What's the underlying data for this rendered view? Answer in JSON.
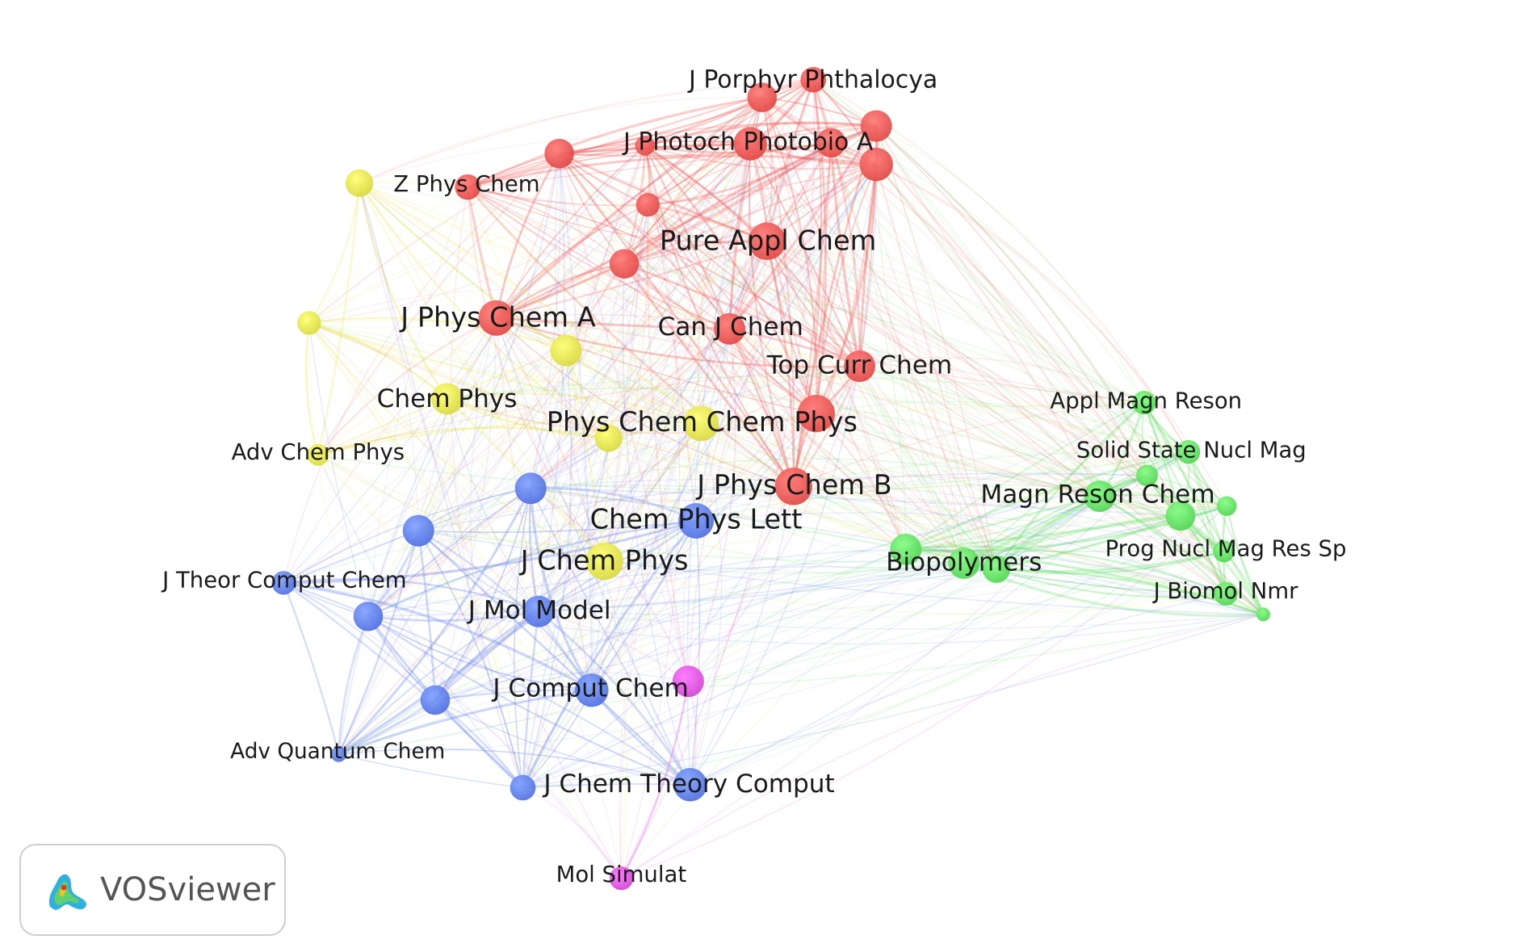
{
  "colors": {
    "red": "#ef5350",
    "yellow": "#e6e64a",
    "blue": "#5b7bee",
    "green": "#5ee05e",
    "magenta": "#e04ee0",
    "label": "#1a1a1a"
  },
  "logo": {
    "text": "VOSviewer",
    "icon": "vosviewer-logo-icon"
  },
  "nodes": [
    {
      "id": "J Porphyr Phthalocya",
      "label": "J Porphyr Phthalocya",
      "cluster": "red"
    },
    {
      "id": "J Photoch Photobio A",
      "label": "J Photoch Photobio A",
      "cluster": "red"
    },
    {
      "id": "Z Phys Chem",
      "label": "Z Phys Chem",
      "cluster": "red"
    },
    {
      "id": "Pure Appl Chem",
      "label": "Pure Appl Chem",
      "cluster": "red"
    },
    {
      "id": "J Phys Chem A",
      "label": "J Phys Chem A",
      "cluster": "red"
    },
    {
      "id": "Can J Chem",
      "label": "Can J Chem",
      "cluster": "red"
    },
    {
      "id": "Top Curr Chem",
      "label": "Top Curr Chem",
      "cluster": "red"
    },
    {
      "id": "J Phys Chem B",
      "label": "J Phys Chem B",
      "cluster": "red"
    },
    {
      "id": "red-a",
      "label": "",
      "cluster": "red"
    },
    {
      "id": "red-b",
      "label": "",
      "cluster": "red"
    },
    {
      "id": "red-c",
      "label": "",
      "cluster": "red"
    },
    {
      "id": "red-d",
      "label": "",
      "cluster": "red"
    },
    {
      "id": "red-e",
      "label": "",
      "cluster": "red"
    },
    {
      "id": "red-f",
      "label": "",
      "cluster": "red"
    },
    {
      "id": "red-g",
      "label": "",
      "cluster": "red"
    },
    {
      "id": "red-h",
      "label": "",
      "cluster": "red"
    },
    {
      "id": "red-i",
      "label": "",
      "cluster": "red"
    },
    {
      "id": "Chem Phys",
      "label": "Chem Phys",
      "cluster": "yellow"
    },
    {
      "id": "Phys Chem Chem Phys",
      "label": "Phys Chem Chem Phys",
      "cluster": "yellow"
    },
    {
      "id": "Adv Chem Phys",
      "label": "Adv Chem Phys",
      "cluster": "yellow"
    },
    {
      "id": "J Chem Phys",
      "label": "J Chem Phys",
      "cluster": "yellow"
    },
    {
      "id": "yel-a",
      "label": "",
      "cluster": "yellow"
    },
    {
      "id": "yel-b",
      "label": "",
      "cluster": "yellow"
    },
    {
      "id": "yel-c",
      "label": "",
      "cluster": "yellow"
    },
    {
      "id": "yel-d",
      "label": "",
      "cluster": "yellow"
    },
    {
      "id": "Chem Phys Lett",
      "label": "Chem Phys Lett",
      "cluster": "blue"
    },
    {
      "id": "J Theor Comput Chem",
      "label": "J Theor Comput Chem",
      "cluster": "blue"
    },
    {
      "id": "J Mol Model",
      "label": "J Mol Model",
      "cluster": "blue"
    },
    {
      "id": "J Comput Chem",
      "label": "J Comput Chem",
      "cluster": "blue"
    },
    {
      "id": "Adv Quantum Chem",
      "label": "Adv Quantum Chem",
      "cluster": "blue"
    },
    {
      "id": "J Chem Theory Comput",
      "label": "J Chem Theory Comput",
      "cluster": "blue"
    },
    {
      "id": "blue-a",
      "label": "",
      "cluster": "blue"
    },
    {
      "id": "blue-b",
      "label": "",
      "cluster": "blue"
    },
    {
      "id": "blue-c",
      "label": "",
      "cluster": "blue"
    },
    {
      "id": "blue-d",
      "label": "",
      "cluster": "blue"
    },
    {
      "id": "blue-e",
      "label": "",
      "cluster": "blue"
    },
    {
      "id": "Appl Magn Reson",
      "label": "Appl Magn Reson",
      "cluster": "green"
    },
    {
      "id": "Solid State Nucl Mag",
      "label": "Solid State Nucl Mag",
      "cluster": "green"
    },
    {
      "id": "Magn Reson Chem",
      "label": "Magn Reson Chem",
      "cluster": "green"
    },
    {
      "id": "Biopolymers",
      "label": "Biopolymers",
      "cluster": "green"
    },
    {
      "id": "Prog Nucl Mag Res Sp",
      "label": "Prog Nucl Mag Res Sp",
      "cluster": "green"
    },
    {
      "id": "J Biomol Nmr",
      "label": "J Biomol Nmr",
      "cluster": "green"
    },
    {
      "id": "grn-a",
      "label": "",
      "cluster": "green"
    },
    {
      "id": "grn-b",
      "label": "",
      "cluster": "green"
    },
    {
      "id": "grn-c",
      "label": "",
      "cluster": "green"
    },
    {
      "id": "grn-d",
      "label": "",
      "cluster": "green"
    },
    {
      "id": "grn-e",
      "label": "",
      "cluster": "green"
    },
    {
      "id": "grn-f",
      "label": "",
      "cluster": "green"
    },
    {
      "id": "Mol Simulat",
      "label": "Mol Simulat",
      "cluster": "magenta"
    },
    {
      "id": "mag-a",
      "label": "",
      "cluster": "magenta"
    }
  ]
}
